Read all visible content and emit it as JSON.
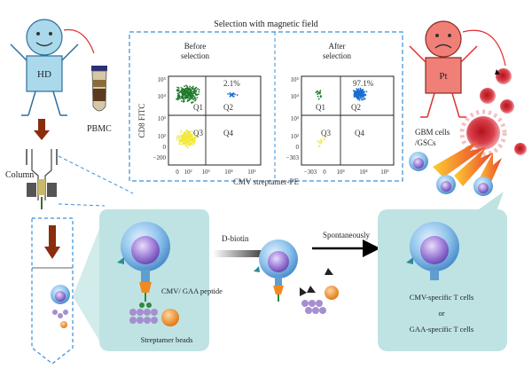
{
  "title": "Selection with magnetic field",
  "people": {
    "donor_label": "HD",
    "patient_label": "Pt"
  },
  "labels": {
    "pbmc": "PBMC",
    "column": "Column",
    "gbm_cells": [
      "GBM cells",
      "/GSCs"
    ],
    "d_biotin": "D-biotin",
    "spontaneously": "Spontaneously",
    "peptide": "CMV/ GAA peptide",
    "beads": "Streptamer beads",
    "result_line1": "CMV-specific T cells",
    "result_or": "or",
    "result_line2": "GAA-specific T cells"
  },
  "flow_plots": {
    "x_axis_label": "CMV streptamer-PE",
    "y_axis_label": "CD8 FITC",
    "before": {
      "title": [
        "Before",
        "selection"
      ],
      "q2_percent": "2.1%",
      "quadrants": [
        "Q1",
        "Q2",
        "Q3",
        "Q4"
      ],
      "y_ticks": [
        "10⁵",
        "10⁴",
        "10³",
        "10²",
        "0",
        "−200"
      ],
      "x_ticks": [
        "0",
        "10²",
        "10³",
        "10⁴",
        "10⁵"
      ]
    },
    "after": {
      "title": [
        "After",
        "selection"
      ],
      "q2_percent": "97.1%",
      "quadrants": [
        "Q1",
        "Q2",
        "Q3",
        "Q4"
      ],
      "y_ticks": [
        "10⁵",
        "10⁴",
        "10³",
        "10²",
        "0",
        "−303"
      ],
      "x_ticks": [
        "−303",
        "0",
        "10³",
        "10⁴",
        "10⁵"
      ]
    }
  },
  "colors": {
    "person_donor": "#a9d9ea",
    "person_patient": "#f08077",
    "panel_fill": "#bfe3e3",
    "dashed_box": "#3a8fd6",
    "q1_dots": "#1f7a2a",
    "q2_dots": "#1a6fd1",
    "q3_dots": "#f2ea3a",
    "arrow_down": "#8b2c0f",
    "t_cell_outer": "#7ab3e6",
    "t_cell_nucleus": "#9a7ad6",
    "bead_color": "#a58fcf",
    "peptide_ball": "#f08a1e"
  }
}
